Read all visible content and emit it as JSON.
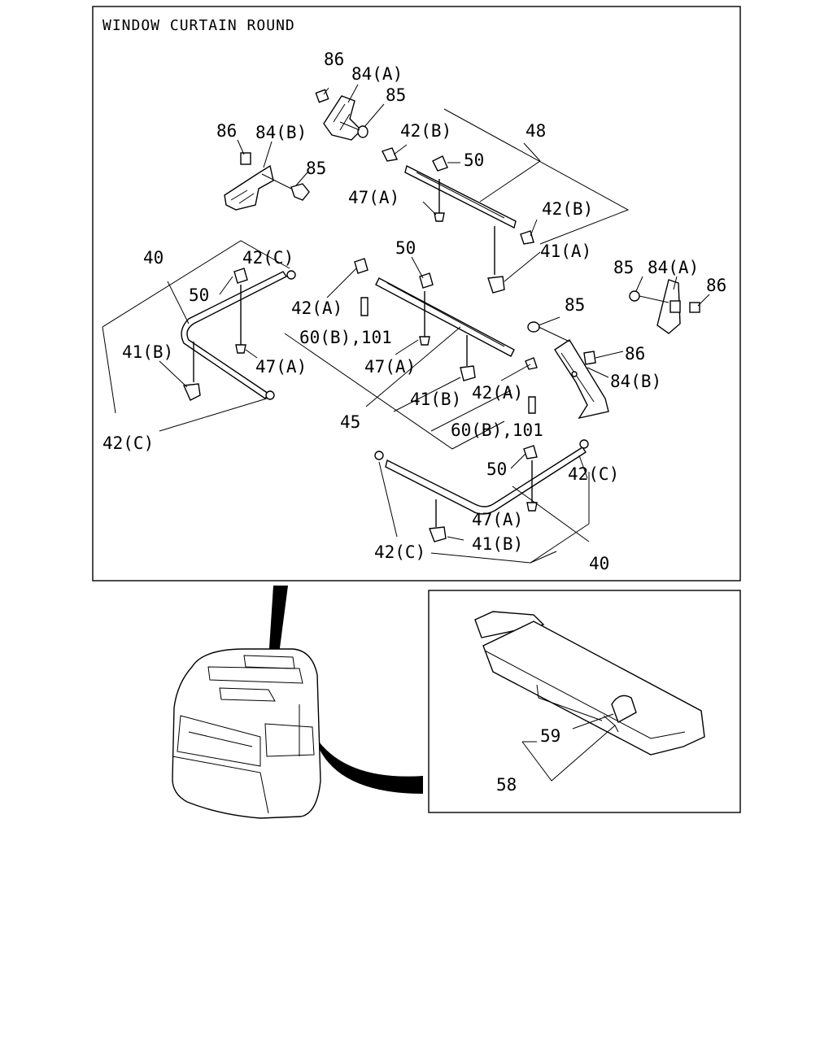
{
  "diagram": {
    "title": "WINDOW CURTAIN ROUND",
    "callouts": {
      "c86_top": "86",
      "c84a_top": "84(A)",
      "c85_top": "85",
      "c86_left": "86",
      "c84b_left": "84(B)",
      "c85_left": "85",
      "c42b_top": "42(B)",
      "c48": "48",
      "c50_top": "50",
      "c47a_top": "47(A)",
      "c42b_right": "42(B)",
      "c41a": "41(A)",
      "c85_right": "85",
      "c84a_right": "84(A)",
      "c86_right": "86",
      "c40_left": "40",
      "c42c_left_top": "42(C)",
      "c50_left": "50",
      "c42a_left": "42(A)",
      "c60b_left": "60(B),101",
      "c41b_left": "41(B)",
      "c47a_left": "47(A)",
      "c42c_left_bottom": "42(C)",
      "c50_mid": "50",
      "c47a_mid": "47(A)",
      "c85_mid_right": "85",
      "c86_mid_right": "86",
      "c84b_mid_right": "84(B)",
      "c42a_right": "42(A)",
      "c41b_mid": "41(B)",
      "c45": "45",
      "c60b_right": "60(B),101",
      "c50_bottom": "50",
      "c42c_bottom_right": "42(C)",
      "c47a_bottom": "47(A)",
      "c42c_bottom_left": "42(C)",
      "c41b_bottom": "41(B)",
      "c40_bottom": "40"
    }
  },
  "detail": {
    "callouts": {
      "c59": "59",
      "c58": "58"
    }
  }
}
